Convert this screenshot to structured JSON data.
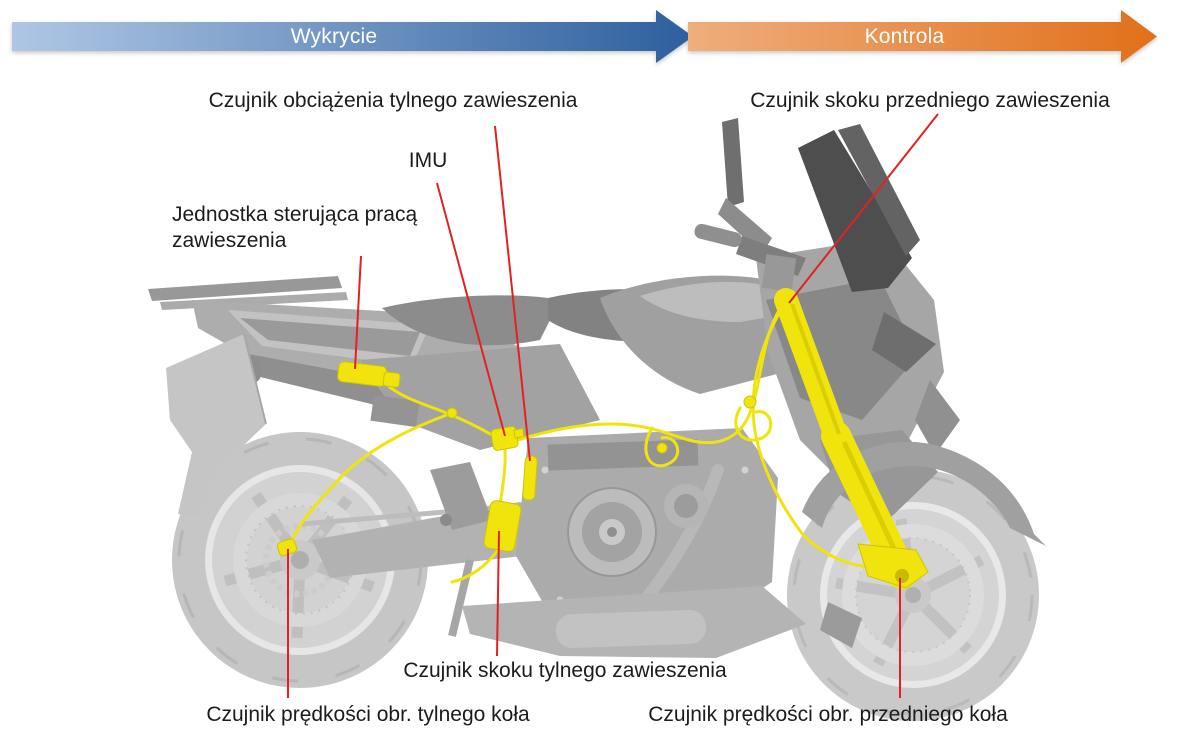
{
  "banners": {
    "detection": {
      "label": "Wykrycie",
      "gradient_from": "#AFC7E5",
      "gradient_to": "#2D5F9E"
    },
    "control": {
      "label": "Kontrola",
      "gradient_from": "#EFAE7D",
      "gradient_to": "#E1701A"
    }
  },
  "labels": {
    "rear_load_sensor": "Czujnik obciążenia tylnego zawieszenia",
    "front_stroke_sensor": "Czujnik skoku przedniego zawieszenia",
    "imu": "IMU",
    "control_unit_line1": "Jednostka sterująca pracą",
    "control_unit_line2": "zawieszenia",
    "rear_stroke_sensor": "Czujnik skoku tylnego zawieszenia",
    "rear_wheel_speed_sensor": "Czujnik prędkości obr. tylnego koła",
    "front_wheel_speed_sensor": "Czujnik prędkości obr. przedniego koła"
  },
  "colors": {
    "highlight_yellow": "#F0E40C",
    "highlight_yellow_dark": "#D9CE00",
    "leader_line_red": "#E12220",
    "label_text": "#1C1C1C",
    "banner_text": "#FFFFFF",
    "background": "#FFFFFF"
  }
}
